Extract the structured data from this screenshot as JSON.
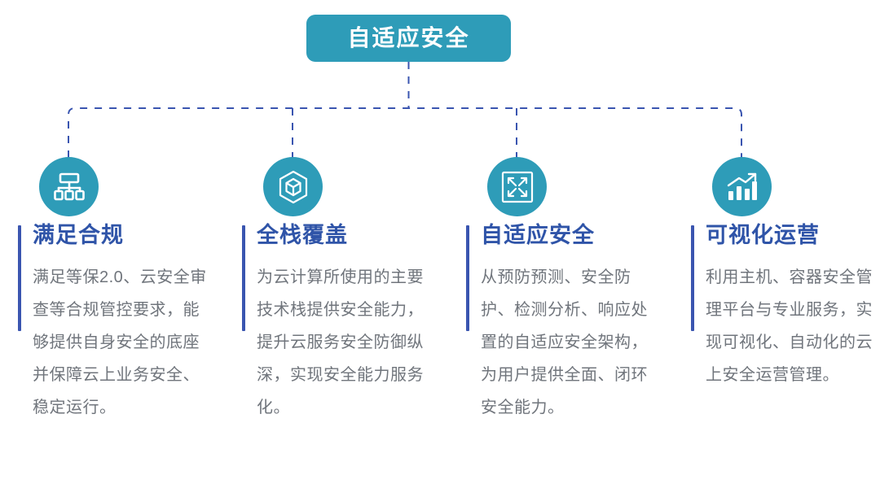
{
  "diagram": {
    "type": "hierarchy",
    "title": "自适应安全",
    "colors": {
      "accent_teal": "#2e9cb8",
      "accent_blue": "#2f54a8",
      "connector_blue": "#3a55b0",
      "body_text": "#70757c",
      "background": "#ffffff"
    },
    "root": {
      "label": "自适应安全"
    },
    "branches": [
      {
        "icon": "org-chart-icon",
        "heading": "满足合规",
        "body": "满足等保2.0、云安全审查等合规管控要求，能够提供自身安全的底座并保障云上业务安全、稳定运行。"
      },
      {
        "icon": "hexagon-cube-icon",
        "heading": "全栈覆盖",
        "body": "为云计算所使用的主要技术栈提供安全能力，提升云服务安全防御纵深，实现安全能力服务化。"
      },
      {
        "icon": "expand-arrows-icon",
        "heading": "自适应安全",
        "body": "从预防预测、安全防护、检测分析、响应处置的自适应安全架构，为用户提供全面、闭环安全能力。"
      },
      {
        "icon": "bar-chart-trend-icon",
        "heading": "可视化运营",
        "body": "利用主机、容器安全管理平台与专业服务，实现可视化、自动化的云上安全运营管理。"
      }
    ]
  }
}
